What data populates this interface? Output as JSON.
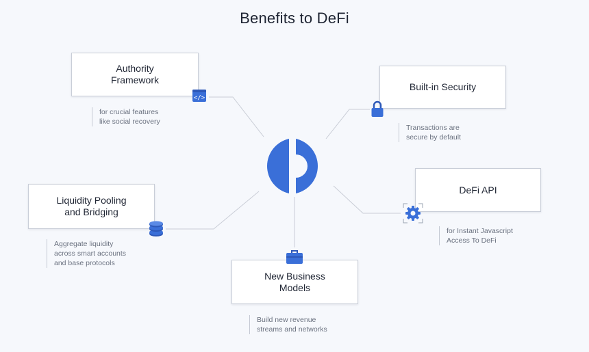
{
  "title": "Benefits to DeFi",
  "colors": {
    "accent": "#3a6fd8",
    "accent_dark": "#2d58b8",
    "line": "#c9cdd6"
  },
  "center": {
    "icon": "defi-logo-icon"
  },
  "nodes": {
    "authority": {
      "label_line1": "Authority",
      "label_line2": "Framework",
      "desc_line1": "for crucial features",
      "desc_line2": "like social recovery",
      "icon": "code-window-icon"
    },
    "security": {
      "label_line1": "Built-in Security",
      "desc_line1": "Transactions are",
      "desc_line2": "secure by default",
      "icon": "lock-icon"
    },
    "liquidity": {
      "label_line1": "Liquidity Pooling",
      "label_line2": "and Bridging",
      "desc_line1": "Aggregate liquidity",
      "desc_line2": "across smart accounts",
      "desc_line3": "and base protocols",
      "icon": "coin-stack-icon"
    },
    "api": {
      "label_line1": "DeFi API",
      "desc_line1": "for Instant Javascript",
      "desc_line2": "Access To DeFi",
      "icon": "gear-icon"
    },
    "business": {
      "label_line1": "New Business",
      "label_line2": "Models",
      "desc_line1": "Build new revenue",
      "desc_line2": "streams and networks",
      "icon": "briefcase-icon"
    }
  }
}
